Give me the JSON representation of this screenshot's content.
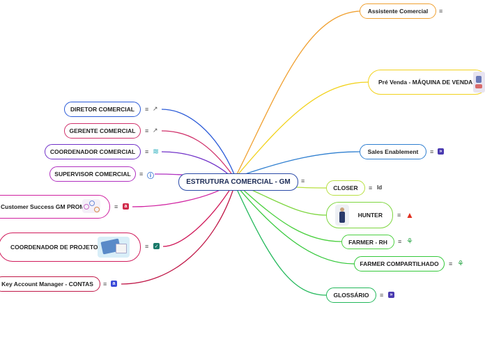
{
  "root": {
    "label": "ESTRUTURA COMERCIAL - GM"
  },
  "right_nodes": [
    {
      "label": "Assistente Comercial"
    },
    {
      "label": "Pré Venda - MÁQUINA DE VENDA"
    },
    {
      "label": "Sales Enablement"
    },
    {
      "label": "CLOSER"
    },
    {
      "label": "HUNTER"
    },
    {
      "label": "FARMER - RH"
    },
    {
      "label": "FARMER COMPARTILHADO"
    },
    {
      "label": "GLOSSÁRIO"
    }
  ],
  "left_nodes": [
    {
      "label": "DIRETOR COMERCIAL"
    },
    {
      "label": "GERENTE COMERCIAL"
    },
    {
      "label": "COORDENADOR COMERCIAL"
    },
    {
      "label": "SUPERVISOR COMERCIAL"
    },
    {
      "label": "Customer Success GM PROMO"
    },
    {
      "label": "COORDENADOR DE PROJETOS"
    },
    {
      "label": "Key Account Manager - CONTAS"
    }
  ],
  "menu_glyph": "≡",
  "closer_tag": "Id",
  "colors": {
    "assistente": "#f0a030",
    "prevenda": "#f2d21c",
    "sales": "#2f7fd0",
    "closer": "#b8e040",
    "hunter": "#7ed640",
    "farmer_rh": "#4cd040",
    "farmer_comp": "#34c83a",
    "glossario": "#22b85a",
    "diretor": "#2a5ad8",
    "gerente": "#d0306a",
    "coordenador": "#7030c8",
    "supervisor": "#b030c0",
    "cs": "#d020a0",
    "projetos": "#d01a5a",
    "kam": "#c01848"
  }
}
